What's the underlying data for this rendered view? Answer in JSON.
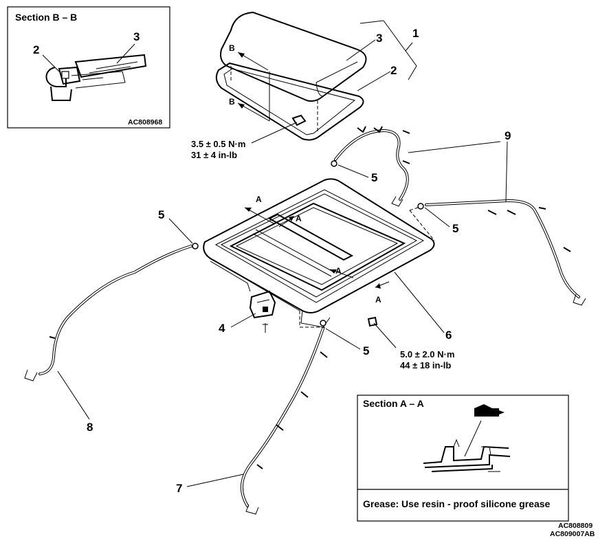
{
  "section_b": {
    "title": "Section B – B",
    "label_2": "2",
    "label_3": "3",
    "code": "AC808968"
  },
  "section_a": {
    "title": "Section A – A",
    "grease_note": "Grease: Use resin - proof silicone grease"
  },
  "callouts": {
    "c1": "1",
    "c2": "2",
    "c3": "3",
    "c4": "4",
    "c5a": "5",
    "c5b": "5",
    "c5c": "5",
    "c5d": "5",
    "c6": "6",
    "c7": "7",
    "c8": "8",
    "c9": "9"
  },
  "view_markers": {
    "b_upper": "B",
    "b_lower": "B",
    "a_1": "A",
    "a_2": "A",
    "a_3": "A",
    "a_4": "A"
  },
  "torque_specs": {
    "glass_bolt_nm": "3.5 ± 0.5 N·m",
    "glass_bolt_inlb": "31 ± 4 in-lb",
    "frame_bolt_nm": "5.0 ± 2.0 N·m",
    "frame_bolt_inlb": "44 ± 18 in-lb"
  },
  "figure_codes": {
    "code1": "AC808809",
    "code2": "AC809007AB"
  }
}
